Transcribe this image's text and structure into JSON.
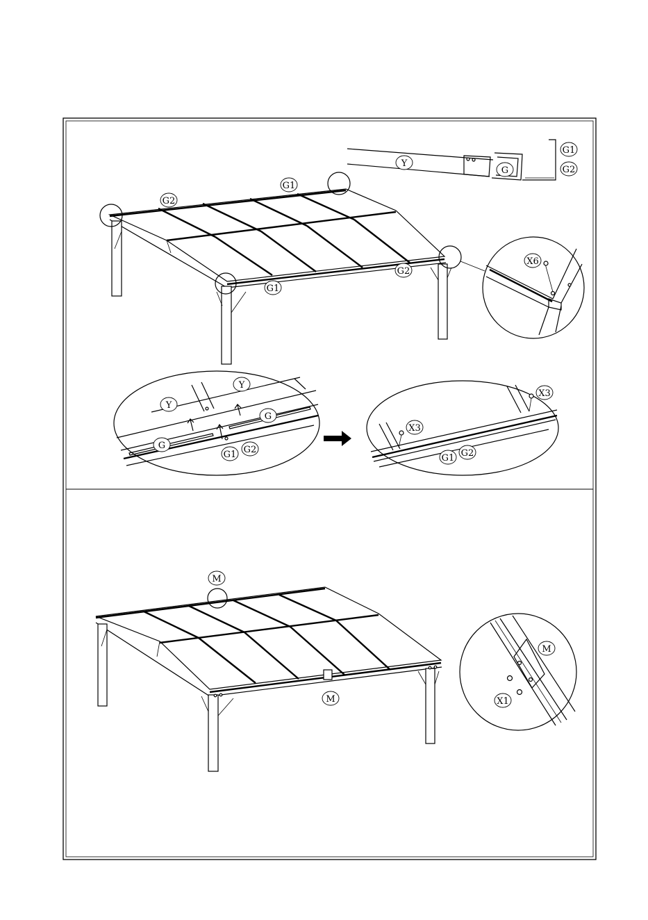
{
  "colors": {
    "ink": "#000000",
    "paper": "#ffffff"
  },
  "step1": {
    "profile_detail": {
      "y": "Y",
      "g": "G",
      "g1": "G1",
      "g2": "G2"
    },
    "main_view": {
      "g1_top": "G1",
      "g2_left": "G2",
      "g2_front": "G2",
      "g1_front": "G1"
    },
    "corner_detail": {
      "x6": "X6"
    },
    "insert_detail": {
      "y_top": "Y",
      "y_left": "Y",
      "g_right": "G",
      "g_left": "G",
      "g1": "G1",
      "g2": "G2"
    },
    "fixed_detail": {
      "x3_right": "X3",
      "x3_left": "X3",
      "g1": "G1",
      "g2": "G2"
    }
  },
  "step2": {
    "main_view": {
      "m_top": "M",
      "m_front": "M"
    },
    "bracket_detail": {
      "m": "M",
      "x1": "X1"
    }
  }
}
